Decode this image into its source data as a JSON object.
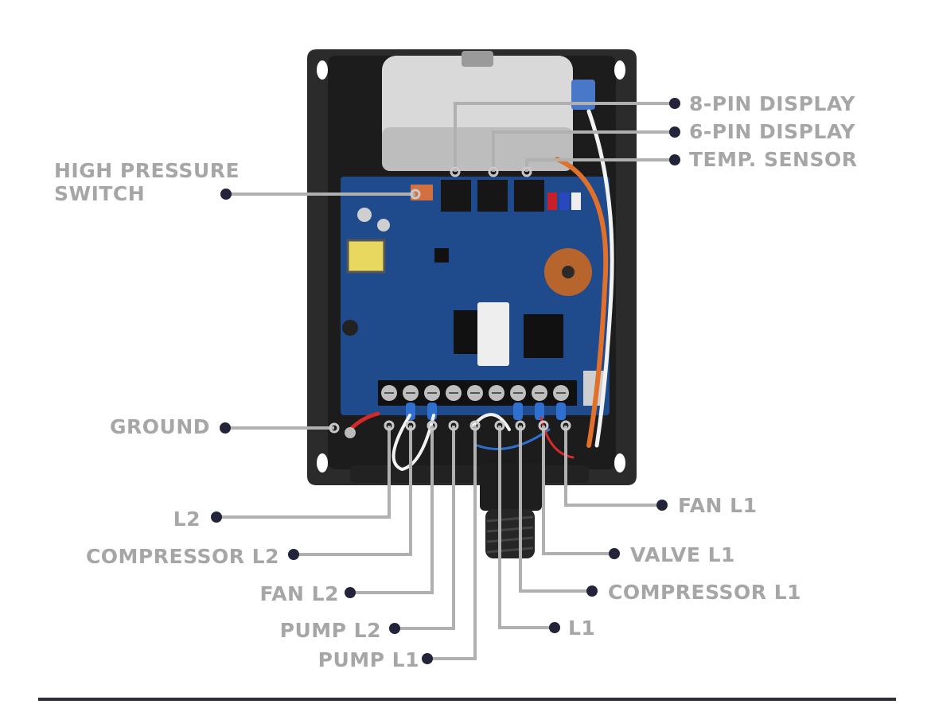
{
  "diagram": {
    "colors": {
      "label_text": "#a6a6a6",
      "leader_line": "#b0b0b0",
      "dot": "#23233a",
      "enclosure": "#2a2a2a",
      "pcb": "#1f4a8c",
      "capacitor": "#d8d8d8",
      "terminal_block": "#111111",
      "wire_blue": "#2f6fd0",
      "wire_orange": "#e0702a",
      "wire_red": "#d42a2a",
      "wire_white": "#f2f2f2",
      "toroid": "#b8652d",
      "bottom_rule": "#2e2e36"
    },
    "labels": {
      "pin8": "8-PIN DISPLAY",
      "pin6": "6-PIN DISPLAY",
      "temp": "TEMP. SENSOR",
      "hps_line1": "HIGH PRESSURE",
      "hps_line2": "SWITCH",
      "ground": "GROUND",
      "l2": "L2",
      "comp_l2": "COMPRESSOR L2",
      "fan_l2": "FAN L2",
      "pump_l2": "PUMP L2",
      "pump_l1": "PUMP L1",
      "fan_l1": "FAN L1",
      "valve_l1": "VALVE L1",
      "comp_l1": "COMPRESSOR L1",
      "l1": "L1"
    },
    "terminal_count": 9,
    "display_port_count": 3
  }
}
